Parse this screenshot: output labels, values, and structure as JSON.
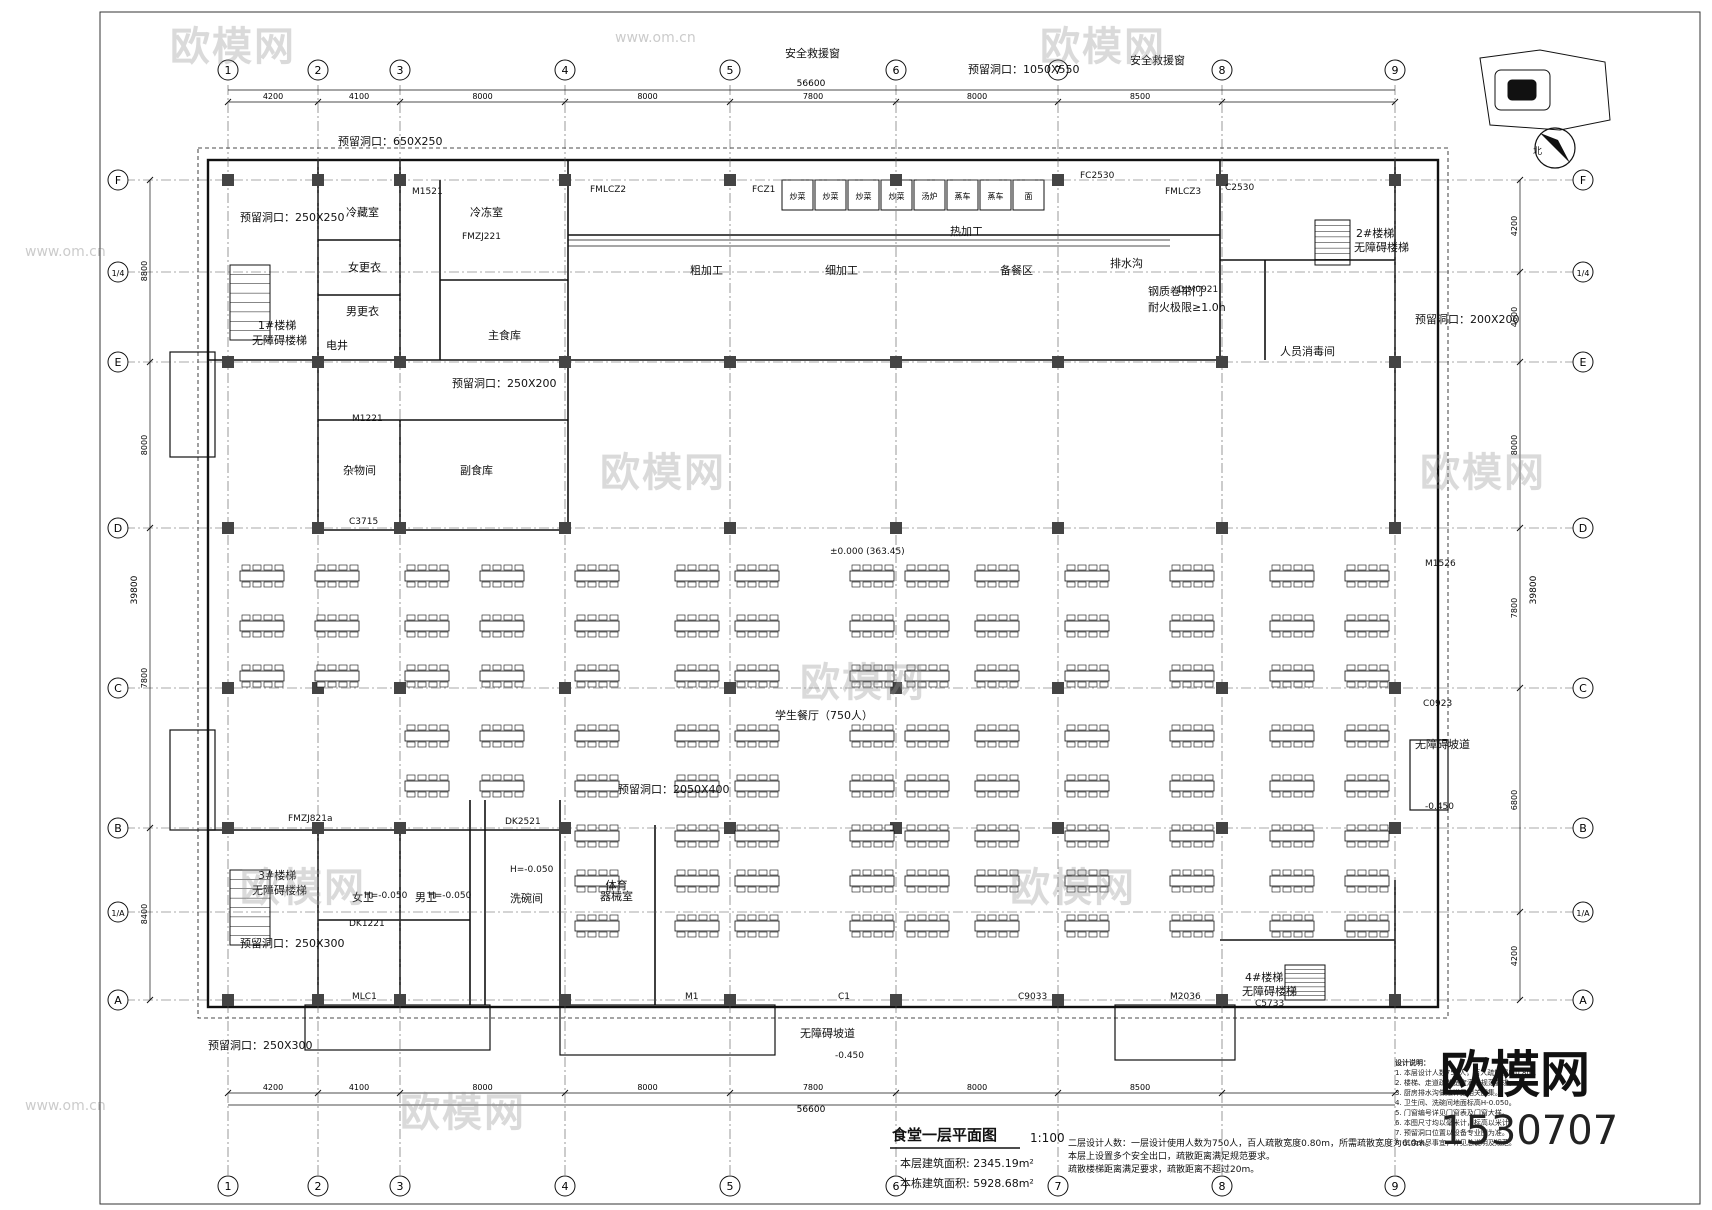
{
  "sheet": {
    "title": "食堂一层平面图",
    "scale": "1:100",
    "area_floor": "本层建筑面积: 2345.19m²",
    "area_total": "本栋建筑面积: 5928.68m²",
    "watermark": "欧模网",
    "watermark_site": "www.om.cn",
    "watermark_id": "1530707",
    "north_label": "北"
  },
  "grid_columns": [
    "1",
    "2",
    "3",
    "4",
    "5",
    "6",
    "7",
    "8",
    "9"
  ],
  "grid_rows": [
    "F",
    "1/4",
    "E",
    "D",
    "C",
    "B",
    "1/A",
    "A"
  ],
  "overall_dims": {
    "top_total": "56600",
    "top_bays": [
      "4200",
      "4100",
      "8000",
      "8000",
      "7800",
      "8000",
      "8500"
    ],
    "bottom_total": "56600",
    "bottom_bays": [
      "4200",
      "4100",
      "8000",
      "8000",
      "7800",
      "8000",
      "8500"
    ],
    "left_total": "39800",
    "right_total": "39800",
    "left_bays": [
      "8800",
      "8000",
      "7800",
      "8400"
    ],
    "right_bays": [
      "4200",
      "4600",
      "8000",
      "7800",
      "6800",
      "4200"
    ]
  },
  "rooms": [
    {
      "key": "cold_store",
      "text": "冷藏室"
    },
    {
      "key": "freezer",
      "text": "冷冻室"
    },
    {
      "key": "changing_f",
      "text": "女更衣"
    },
    {
      "key": "changing_m",
      "text": "男更衣"
    },
    {
      "key": "stair1",
      "text": "1#楼梯"
    },
    {
      "key": "stair1_sub",
      "text": "无障碍楼梯"
    },
    {
      "key": "elec",
      "text": "电井"
    },
    {
      "key": "main_store",
      "text": "主食库"
    },
    {
      "key": "rough",
      "text": "粗加工"
    },
    {
      "key": "fine",
      "text": "细加工"
    },
    {
      "key": "prep",
      "text": "备餐区"
    },
    {
      "key": "hot",
      "text": "热加工"
    },
    {
      "key": "sundry",
      "text": "杂物间"
    },
    {
      "key": "side_store",
      "text": "副食库"
    },
    {
      "key": "dining",
      "text": "学生餐厅（750人）"
    },
    {
      "key": "stair3",
      "text": "3#楼梯"
    },
    {
      "key": "stair3_sub",
      "text": "无障碍楼梯"
    },
    {
      "key": "wc_f",
      "text": "女卫"
    },
    {
      "key": "wc_m",
      "text": "男卫"
    },
    {
      "key": "wash",
      "text": "洗碗间"
    },
    {
      "key": "sports",
      "text": "体育\n器械室"
    },
    {
      "key": "disinfect",
      "text": "人员消毒间"
    },
    {
      "key": "stair2",
      "text": "2#楼梯"
    },
    {
      "key": "stair2_sub",
      "text": "无障碍楼梯"
    },
    {
      "key": "stair4",
      "text": "4#楼梯"
    },
    {
      "key": "stair4_sub",
      "text": "无障碍楼梯"
    },
    {
      "key": "ramp1",
      "text": "无障碍坡道"
    },
    {
      "key": "ramp2",
      "text": "无障碍坡道"
    },
    {
      "key": "safety_win1",
      "text": "安全救援窗"
    },
    {
      "key": "safety_win2",
      "text": "安全救援窗"
    },
    {
      "key": "drain",
      "text": "排水沟"
    },
    {
      "key": "fire_door",
      "text": "钢质卷帘门"
    },
    {
      "key": "fire_door2",
      "text": "耐火极限≥1.0h"
    }
  ],
  "stoves": [
    "炒菜",
    "炒菜",
    "炒菜",
    "炒菜",
    "汤炉",
    "蒸车",
    "蒸车",
    "面"
  ],
  "elevations": [
    {
      "key": "datum",
      "text": "±0.000 (363.45)"
    },
    {
      "key": "lvl1",
      "text": "-0.450"
    },
    {
      "key": "lvl2",
      "text": "-0.450"
    },
    {
      "key": "lvl3",
      "text": "H=-0.050"
    },
    {
      "key": "lvl4",
      "text": "H=-0.050"
    },
    {
      "key": "lvl5",
      "text": "H=-0.050"
    }
  ],
  "openings": [
    {
      "key": "o1",
      "text": "预留洞口：650X250"
    },
    {
      "key": "o2",
      "text": "预留洞口：250X250"
    },
    {
      "key": "o3",
      "text": "预留洞口：1050X550"
    },
    {
      "key": "o4",
      "text": "预留洞口：250X200"
    },
    {
      "key": "o5",
      "text": "预留洞口：200X200"
    },
    {
      "key": "o6",
      "text": "预留洞口：2050X400"
    },
    {
      "key": "o7",
      "text": "预留洞口：250X300"
    },
    {
      "key": "o8",
      "text": "预留洞口：250X300"
    }
  ],
  "doors": [
    "M1521",
    "FMZJ221",
    "FMLCZ2",
    "FCZ1",
    "FC2530",
    "FMLCZ3",
    "C2530",
    "M1221",
    "DJM0921",
    "C3715",
    "DK2521",
    "DK1221",
    "MLC1",
    "M1",
    "C1",
    "M2036",
    "C5733",
    "FMZJ821a",
    "M1526",
    "C0923",
    "C9033"
  ],
  "notes_title": "设计说明：",
  "notes": [
    "1. 本层设计人数750人，百人疏散宽度0.8m。",
    "2. 楼梯、走道疏散宽度满足规范要求。",
    "3. 厨房排水沟做法详见相关图集。",
    "4. 卫生间、洗碗间地面标高H-0.050。",
    "5. 门窗编号详见门窗表及门窗大样。",
    "6. 本图尺寸均以毫米计，标高以米计。",
    "7. 预留洞口位置以设备专业图为准。",
    "8. 其余未尽事宜，详见总说明及规范。"
  ],
  "detail_notes": [
    "二层设计人数：一层设计使用人数为750人，百人疏散宽度0.80m，所需疏散宽度为6.0m。",
    "本层上设置多个安全出口，疏散距离满足规范要求。",
    "疏散楼梯距离满足要求，疏散距离不超过20m。"
  ]
}
